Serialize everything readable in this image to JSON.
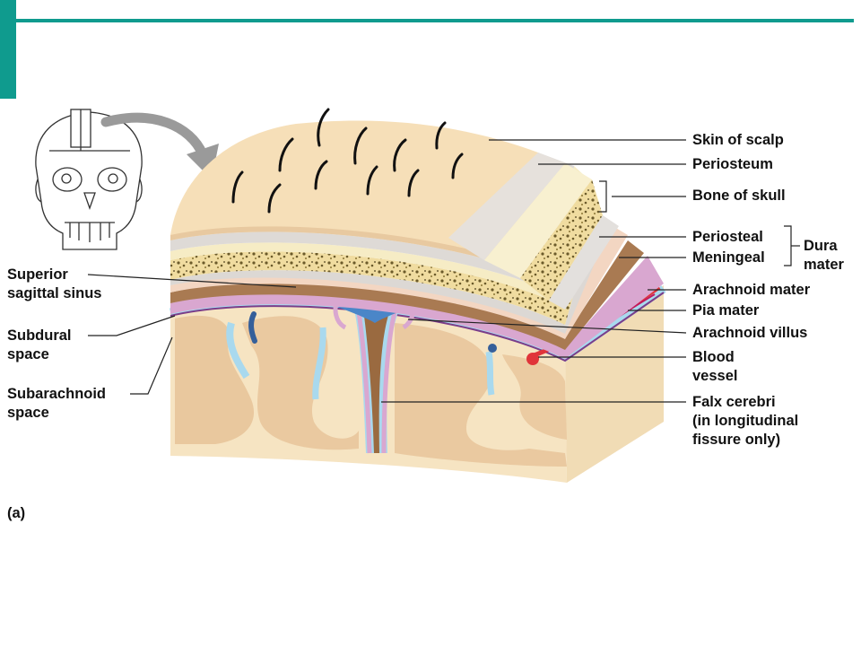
{
  "colors": {
    "accent": "#0f9b8e",
    "skin": "#f6dfb8",
    "periosteum": "#dedad6",
    "bone": "#f3e6b5",
    "meningeal": "#a97a52",
    "arachnoid": "#d9a7d0",
    "csf": "#a9d9ee",
    "cortex": "#e8c49a",
    "white_matter": "#f6e4c2",
    "sinus": "#4a86c8",
    "blood": "#e0343a"
  },
  "labels": {
    "skin_of_scalp": "Skin of scalp",
    "periosteum": "Periosteum",
    "bone_of_skull": "Bone of skull",
    "periosteal": "Periosteal",
    "meningeal": "Meningeal",
    "dura_mater": "Dura\nmater",
    "arachnoid_mater": "Arachnoid mater",
    "pia_mater": "Pia mater",
    "arachnoid_villus": "Arachnoid villus",
    "blood_vessel": "Blood\nvessel",
    "falx_cerebri": "Falx cerebri\n(in longitudinal\nfissure only)",
    "superior_sagittal_sinus": "Superior\nsagittal sinus",
    "subdural_space": "Subdural\nspace",
    "subarachnoid_space": "Subarachnoid\nspace",
    "panel": "(a)"
  },
  "icons": [
    "skull-icon",
    "curved-arrow-icon"
  ]
}
